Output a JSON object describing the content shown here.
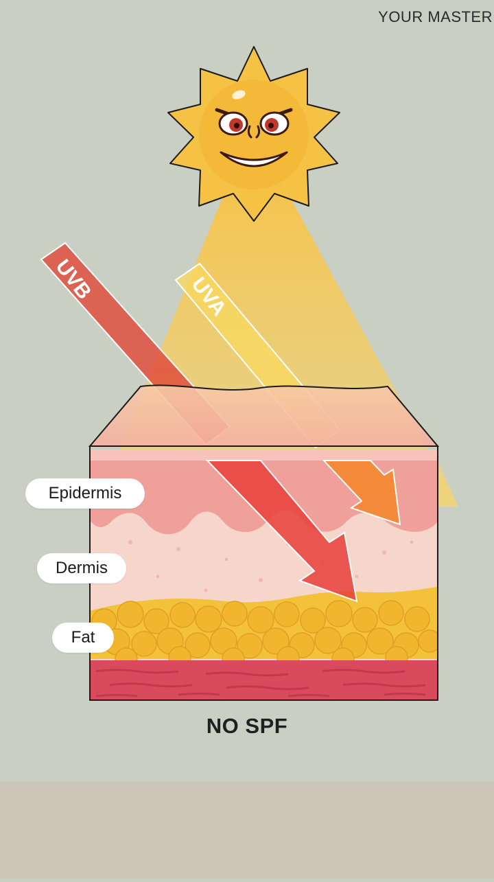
{
  "brand": {
    "text": "YOUR MASTER"
  },
  "rays": {
    "uvb_label": "UVB",
    "uva_label": "UVA"
  },
  "layers": {
    "epidermis": "Epidermis",
    "dermis": "Dermis",
    "fat": "Fat"
  },
  "caption": "NO SPF",
  "colors": {
    "background": "#c9cfc3",
    "sun": "#f6c245",
    "uvb": "#e0493a",
    "uva": "#f7cf57",
    "epidermis": "#efa09a",
    "dermis": "#f6d6cb",
    "fat": "#f4c13a",
    "muscle": "#d84a5c"
  }
}
